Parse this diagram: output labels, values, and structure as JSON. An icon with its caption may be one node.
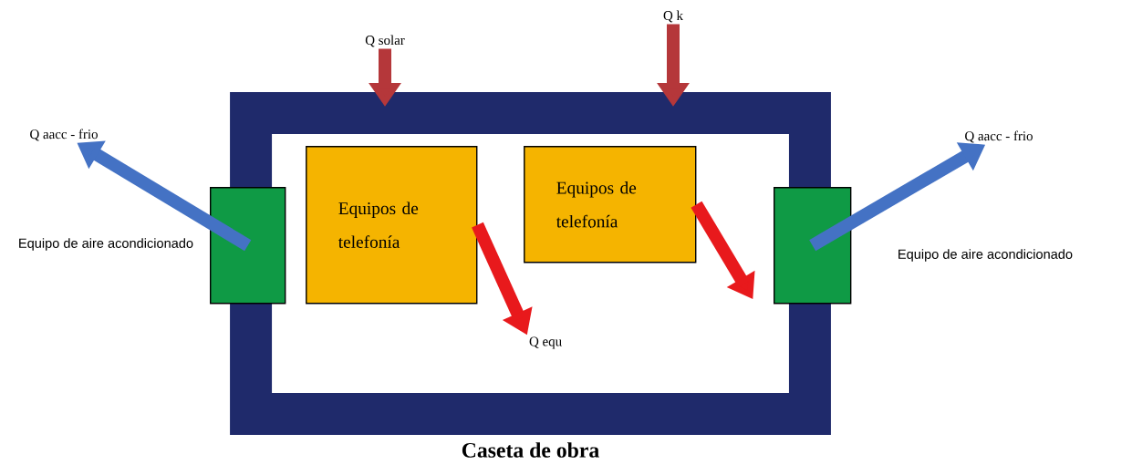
{
  "diagram": {
    "nodes": [
      {
        "text": [
          "Caseta de obra"
        ]
      },
      {
        "text": [
          "Equipos de telefonía"
        ],
        "in": 0
      },
      {
        "text": [
          "Equipos de telefonía"
        ],
        "in": 0
      },
      {
        "text": [],
        "shape": "box",
        "beside": [
          "Equipo de aire acondicionado"
        ]
      },
      {
        "text": [],
        "shape": "box",
        "beside": [
          "Equipo de aire acondicionado"
        ]
      },
      {
        "text": [
          "Q solar"
        ]
      },
      {
        "text": [
          "Q k"
        ]
      },
      {
        "text": [
          "Q aacc - frio"
        ]
      },
      {
        "text": [
          "Q aacc - frio"
        ]
      },
      {
        "text": [
          "Q equ"
        ],
        "in": 0
      }
    ],
    "edges": [
      {
        "from": 5,
        "to": 0,
        "arrow": "to",
        "color": "#b5373a"
      },
      {
        "from": 6,
        "to": 0,
        "arrow": "to",
        "color": "#b5373a"
      },
      {
        "from": 3,
        "to": 7,
        "arrow": "to",
        "color": "#4472c4"
      },
      {
        "from": 4,
        "to": 8,
        "arrow": "to",
        "color": "#4472c4"
      },
      {
        "from": 1,
        "to": 9,
        "arrow": "to",
        "color": "#e8191c"
      },
      {
        "from": 2,
        "to": null,
        "arrow": "to",
        "color": "#e8191c"
      }
    ]
  }
}
